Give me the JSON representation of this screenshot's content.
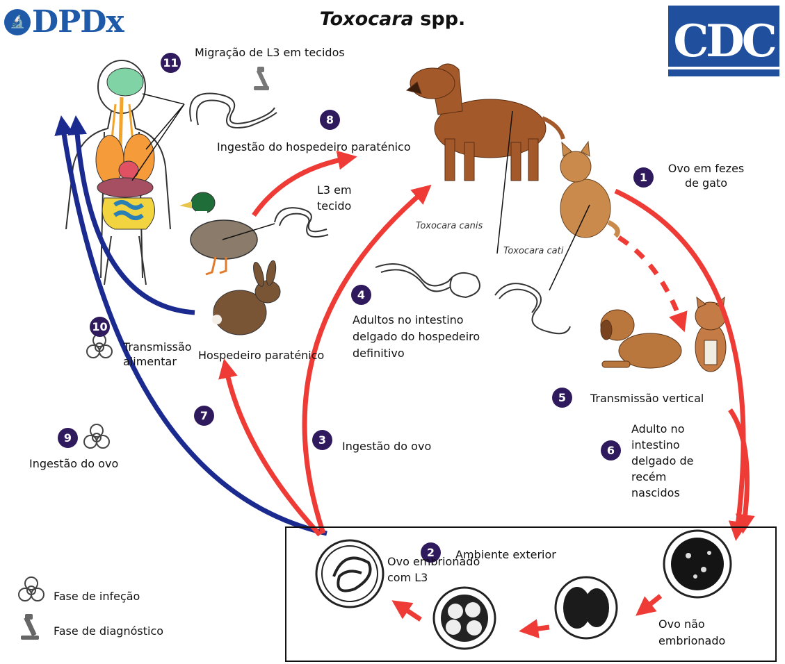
{
  "title": {
    "genus": "Toxocara",
    "suffix": " spp."
  },
  "logos": {
    "left": "DPDx",
    "right": "CDC"
  },
  "stages": [
    {
      "num": "1",
      "text": "Ovo em fezes de gato"
    },
    {
      "num": "2",
      "text": "Ambiente exterior"
    },
    {
      "num": "3",
      "text": "Ingestão do ovo"
    },
    {
      "num": "4",
      "text": "Adultos no intestino delgado do hospedeiro definitivo"
    },
    {
      "num": "5",
      "text": "Transmissão vertical"
    },
    {
      "num": "6",
      "text": "Adulto no intestino delgado de recém nascidos"
    },
    {
      "num": "7",
      "text": ""
    },
    {
      "num": "8",
      "text": "Ingestão do hospedeiro paraténico"
    },
    {
      "num": "9",
      "text": "Ingestão do ovo"
    },
    {
      "num": "10",
      "text": "Transmissão alimentar"
    },
    {
      "num": "11",
      "text": "Migração de L3 em tecidos"
    }
  ],
  "labels": {
    "l3_tissue": "L3 em tecido",
    "paratenic_host": "Hospedeiro paraténico",
    "embryonated_egg": "Ovo embrionado com L3",
    "unembryonated_egg": "Ovo não embrionado",
    "species_canis": "Toxocara canis",
    "species_cati": "Toxocara cati"
  },
  "legend": [
    {
      "icon": "biohazard-icon",
      "text": "Fase de infeção"
    },
    {
      "icon": "microscope-icon",
      "text": "Fase de diagnóstico"
    }
  ],
  "colors": {
    "red_arrow": "#ee3b36",
    "blue_arrow": "#1b2a8f",
    "badge": "#2e1a5c",
    "cdc_blue": "#1f4f9d",
    "dpdx_blue": "#1f5aa8"
  }
}
